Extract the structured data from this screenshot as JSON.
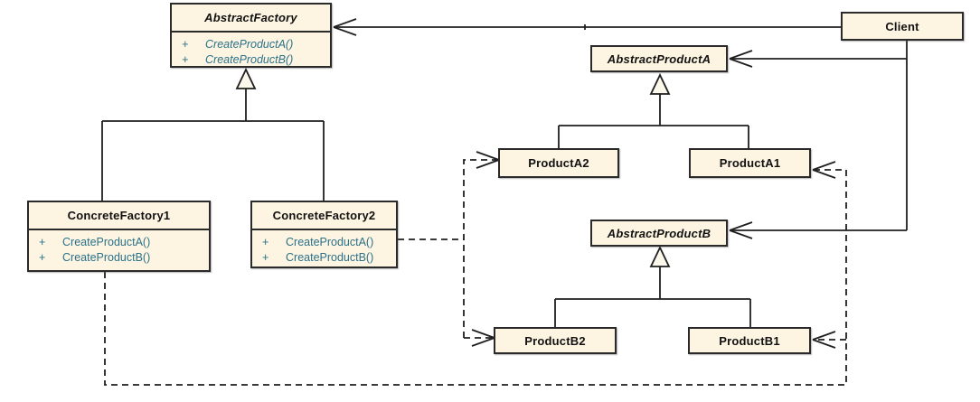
{
  "colors": {
    "background": "#ffffff",
    "box_fill": "#fdf5e2",
    "box_border": "#2a2a2a",
    "connector": "#1f1f1f",
    "method_text": "#2b7189",
    "title_text": "#111111"
  },
  "classes": {
    "abstract_factory": {
      "name": "AbstractFactory",
      "abstract": true,
      "methods": [
        {
          "visibility": "+",
          "signature": "CreateProductA()"
        },
        {
          "visibility": "+",
          "signature": "CreateProductB()"
        }
      ]
    },
    "client": {
      "name": "Client",
      "abstract": false
    },
    "abstract_product_a": {
      "name": "AbstractProductA",
      "abstract": true
    },
    "product_a2": {
      "name": "ProductA2",
      "abstract": false
    },
    "product_a1": {
      "name": "ProductA1",
      "abstract": false
    },
    "abstract_product_b": {
      "name": "AbstractProductB",
      "abstract": true
    },
    "product_b2": {
      "name": "ProductB2",
      "abstract": false
    },
    "product_b1": {
      "name": "ProductB1",
      "abstract": false
    },
    "concrete_factory_1": {
      "name": "ConcreteFactory1",
      "abstract": false,
      "methods": [
        {
          "visibility": "+",
          "signature": "CreateProductA()"
        },
        {
          "visibility": "+",
          "signature": "CreateProductB()"
        }
      ]
    },
    "concrete_factory_2": {
      "name": "ConcreteFactory2",
      "abstract": false,
      "methods": [
        {
          "visibility": "+",
          "signature": "CreateProductA()"
        },
        {
          "visibility": "+",
          "signature": "CreateProductB()"
        }
      ]
    }
  },
  "relationships": [
    {
      "type": "association",
      "from": "Client",
      "to": "AbstractFactory"
    },
    {
      "type": "association",
      "from": "Client",
      "to": "AbstractProductA"
    },
    {
      "type": "association",
      "from": "Client",
      "to": "AbstractProductB"
    },
    {
      "type": "generalization",
      "from": "ConcreteFactory1",
      "to": "AbstractFactory"
    },
    {
      "type": "generalization",
      "from": "ConcreteFactory2",
      "to": "AbstractFactory"
    },
    {
      "type": "generalization",
      "from": "ProductA2",
      "to": "AbstractProductA"
    },
    {
      "type": "generalization",
      "from": "ProductA1",
      "to": "AbstractProductA"
    },
    {
      "type": "generalization",
      "from": "ProductB2",
      "to": "AbstractProductB"
    },
    {
      "type": "generalization",
      "from": "ProductB1",
      "to": "AbstractProductB"
    },
    {
      "type": "dependency",
      "from": "ConcreteFactory1",
      "to": "ProductA1"
    },
    {
      "type": "dependency",
      "from": "ConcreteFactory1",
      "to": "ProductB1"
    },
    {
      "type": "dependency",
      "from": "ConcreteFactory2",
      "to": "ProductA2"
    },
    {
      "type": "dependency",
      "from": "ConcreteFactory2",
      "to": "ProductB2"
    }
  ]
}
